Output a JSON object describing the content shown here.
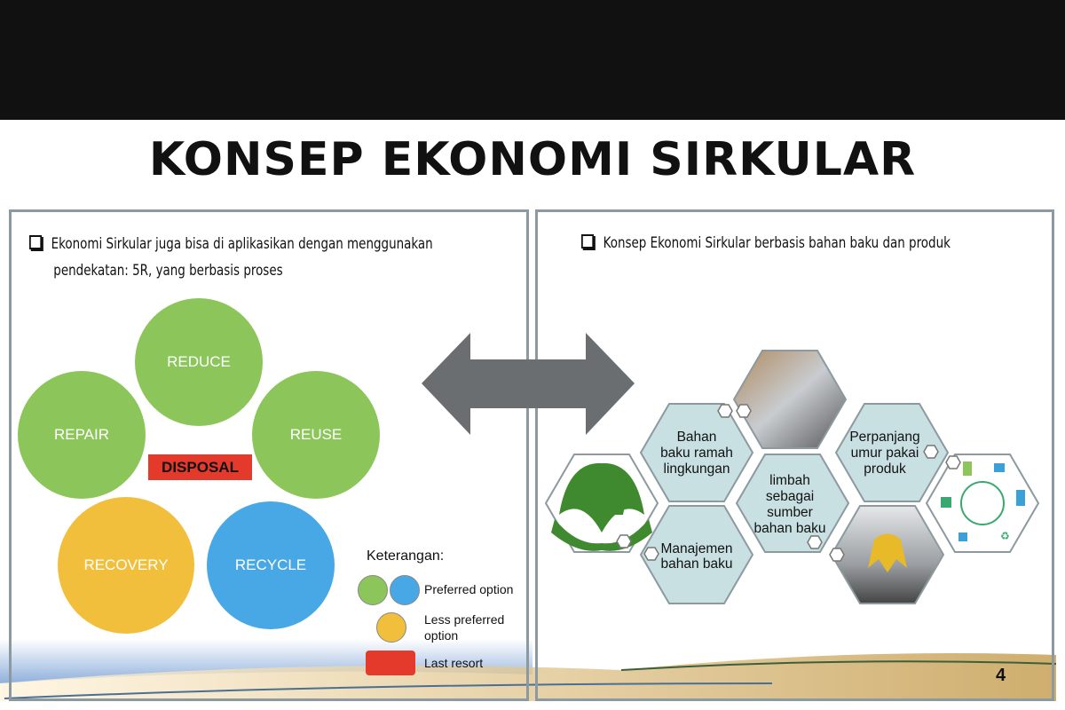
{
  "title": "KONSEP EKONOMI SIRKULAR",
  "left_panel": {
    "bullet": "Ekonomi Sirkular juga bisa di aplikasikan dengan menggunakan pendekatan: 5R, yang berbasis proses",
    "bullet_line1": "Ekonomi Sirkular juga bisa di aplikasikan dengan menggunakan",
    "bullet_line2": "pendekatan: 5R, yang berbasis proses",
    "circles": [
      {
        "label": "REDUCE",
        "color": "#8cc65a"
      },
      {
        "label": "REPAIR",
        "color": "#8cc65a"
      },
      {
        "label": "REUSE",
        "color": "#8cc65a"
      },
      {
        "label": "RECOVERY",
        "color": "#f2bf3c"
      },
      {
        "label": "RECYCLE",
        "color": "#48a8e6"
      }
    ],
    "disposal": {
      "label": "DISPOSAL",
      "color": "#e33a2c"
    },
    "legend": {
      "title": "Keterangan:",
      "items": [
        {
          "label": "Preferred option"
        },
        {
          "label": "Less preferred option",
          "line1": "Less preferred",
          "line2": "option"
        },
        {
          "label": "Last resort"
        }
      ]
    }
  },
  "right_panel": {
    "bullet": "Konsep Ekonomi Sirkular berbasis bahan baku dan produk",
    "hexagons": [
      {
        "line1": "Bahan",
        "line2": "baku ramah",
        "line3": "lingkungan"
      },
      {
        "line1": "Perpanjang",
        "line2": "umur pakai",
        "line3": "produk"
      },
      {
        "line1": "limbah",
        "line2": "sebagai",
        "line3": "sumber",
        "line4": "bahan baku"
      },
      {
        "line1": "Manajemen",
        "line2": "bahan baku"
      }
    ],
    "hex_color": "#c9e0e3"
  },
  "page_number": "4"
}
